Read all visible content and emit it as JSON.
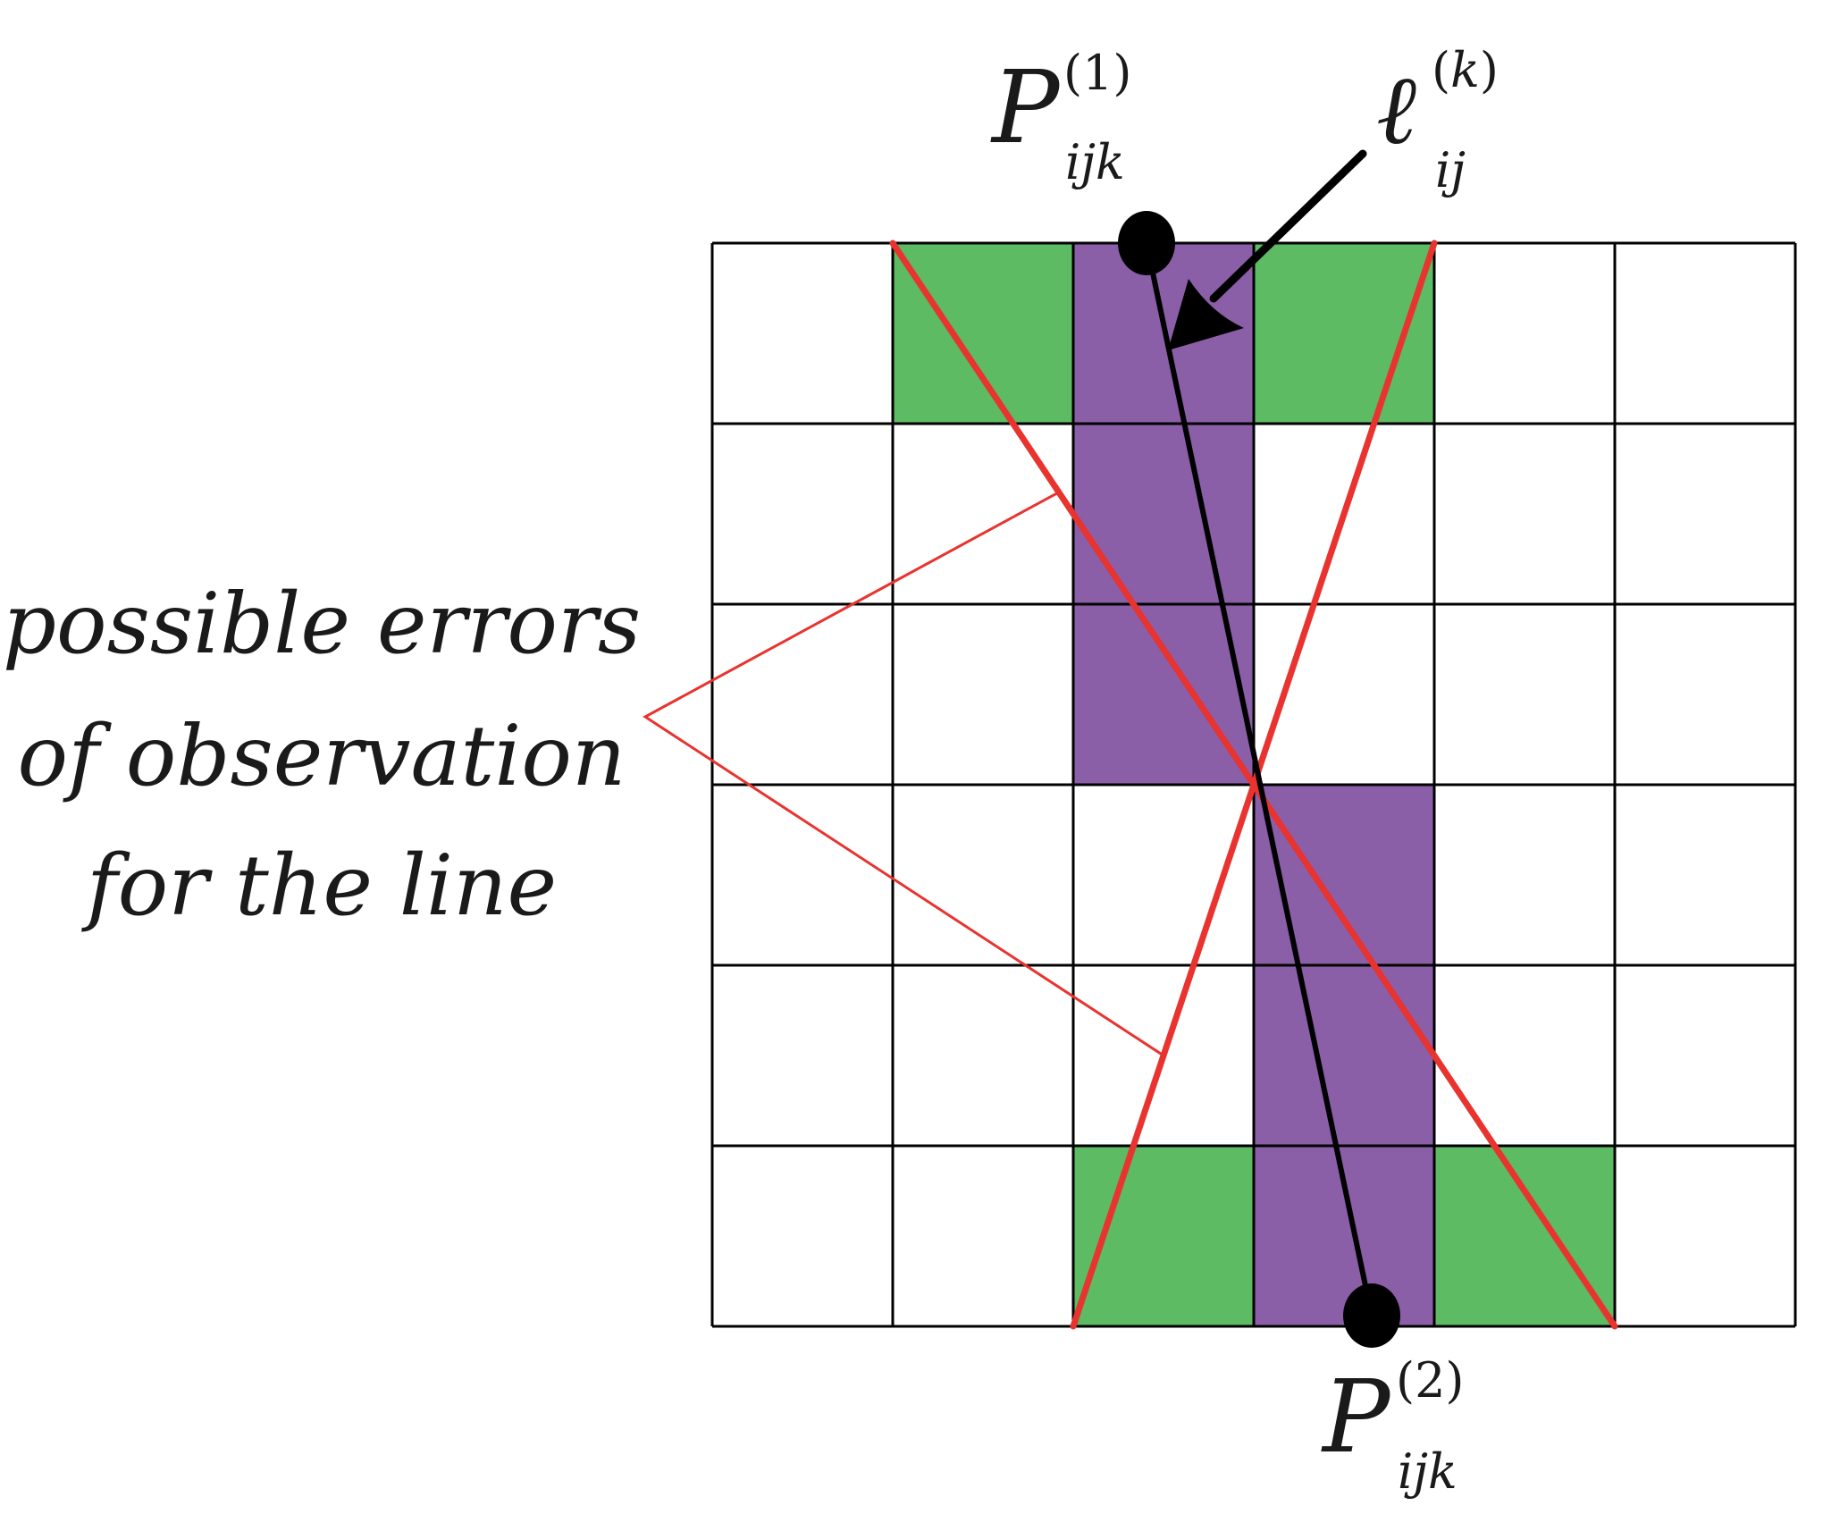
{
  "diagram": {
    "grid": {
      "columns": 6,
      "rows": 6
    },
    "colors": {
      "background": "#ffffff",
      "grid_line": "#000000",
      "purple_cell": "#8b5ea8",
      "green_cell": "#5dbb63",
      "error_line": "#e8332f",
      "observed_line": "#000000",
      "endpoint": "#000000"
    },
    "purple_cells": [
      [
        2,
        0
      ],
      [
        2,
        1
      ],
      [
        2,
        2
      ],
      [
        3,
        3
      ],
      [
        3,
        4
      ],
      [
        3,
        5
      ]
    ],
    "green_cells": [
      [
        1,
        0
      ],
      [
        3,
        0
      ],
      [
        2,
        5
      ],
      [
        4,
        5
      ]
    ],
    "labels": {
      "point_top": {
        "base": "P",
        "sup": "(1)",
        "sub": "ijk"
      },
      "point_bottom": {
        "base": "P",
        "sup": "(2)",
        "sub": "ijk"
      },
      "line": {
        "base": "ℓ",
        "sup_open": "(",
        "sup_var": "k",
        "sup_close": ")",
        "sub": "ij"
      }
    },
    "caption": [
      "possible errors",
      "of observation",
      "for the line"
    ]
  }
}
